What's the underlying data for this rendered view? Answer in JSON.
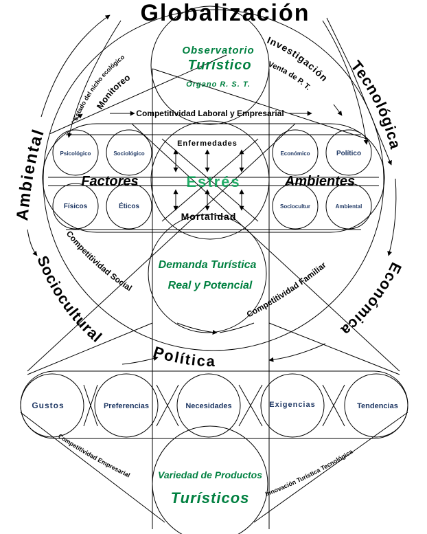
{
  "title": "Globalización",
  "observatorio": {
    "line1": "Observatorio",
    "line2": "Turístico",
    "line3": "Órgano R. S. T."
  },
  "ring": {
    "left": "Ambiental",
    "left_lower": "Sociocultural",
    "right": "Tecnológica",
    "right_lower": "Económica",
    "bottom": "Política"
  },
  "arcs": {
    "estado": "Estado del nicho ecológico",
    "monitoreo": "Monitoreo",
    "investigacion": "Investigación",
    "venta": "Venta de P. T.",
    "comp_laboral": "Competitividad Laboral y Empresarial",
    "comp_social": "Competitividad Social",
    "comp_familiar": "Competitividad Familiar"
  },
  "center": {
    "top": "Enfermedades",
    "middle": "Estrés",
    "bottom": "Mortalidad"
  },
  "left_factors": {
    "label": "Factores",
    "items": [
      "Psicológico",
      "Sociológico",
      "Físicos",
      "Éticos"
    ]
  },
  "right_ambientes": {
    "label": "Ambientes",
    "items": [
      "Económico",
      "Político",
      "Sociocultur",
      "Ambiental"
    ]
  },
  "demanda": {
    "line1": "Demanda Turística",
    "line2": "Real y Potencial"
  },
  "bottom_row": [
    "Gustos",
    "Preferencias",
    "Necesidades",
    "Exigencias",
    "Tendencias"
  ],
  "bottom_labels": {
    "left": "Competitividad Empresarial",
    "right": "Innovación Turística Tecnológica"
  },
  "variedad": {
    "line1": "Variedad de Productos",
    "line2": "Turísticos"
  }
}
